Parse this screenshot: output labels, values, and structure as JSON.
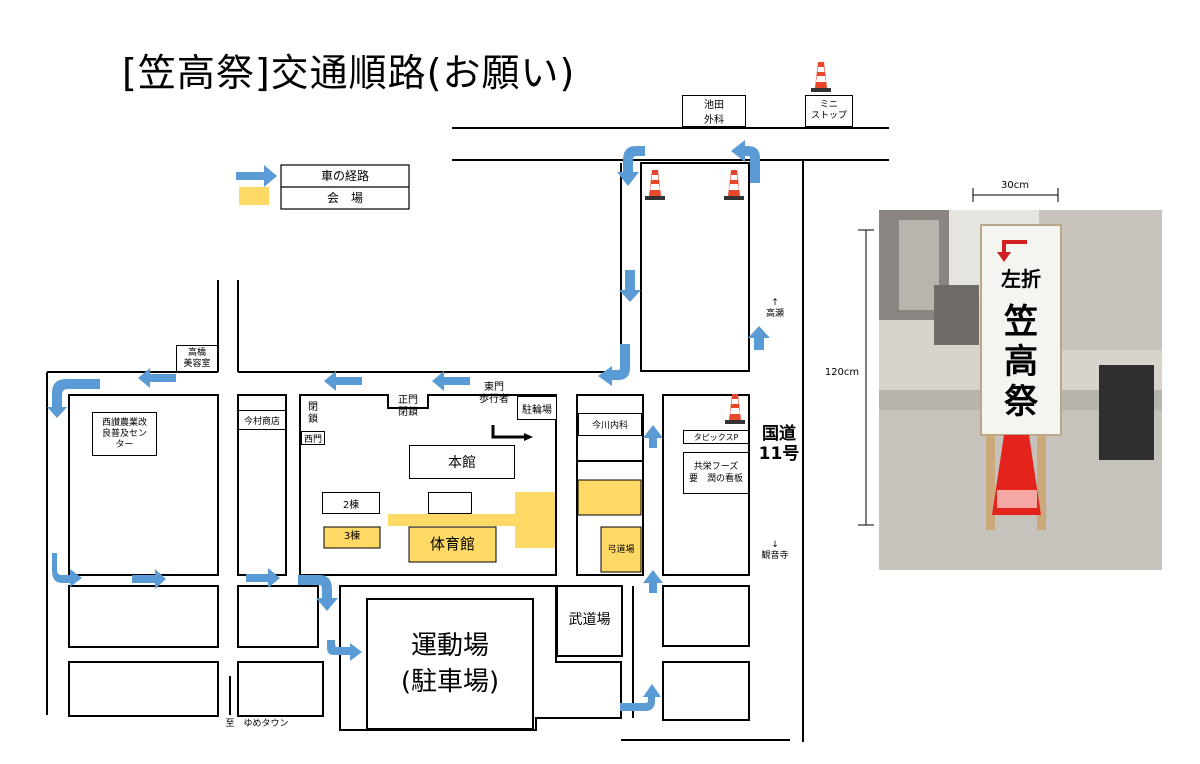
{
  "title": "[笠高祭]交通順路(お願い)",
  "legend": {
    "route_label": "車の経路",
    "venue_label": "会　場"
  },
  "colors": {
    "route_arrow": "#5b9bd5",
    "venue": "#ffd966",
    "cone": "#e8472b",
    "line": "#000000"
  },
  "places": {
    "ikeda": "池田\n外科",
    "mini_stop": "ミニ\nストップ",
    "takahashi": "高橋\n美容室",
    "nishi_sanuki": "西讃農業改\n良普及セン\nター",
    "imamura": "今村商店",
    "heisa": "閉\n鎖",
    "nishimon": "西門",
    "seimon": "正門\n閉鎖",
    "higashimon": "東門\n歩行者",
    "churinjo": "駐輪場",
    "honkan": "本館",
    "ni_to": "2棟",
    "san_to": "3棟",
    "taiikukan": "体育館",
    "imagawa": "今川内科",
    "taiyaku": "タピックスP",
    "kyoei": "共栄フーズ\n要　潤の看板",
    "kyudojo": "弓道場",
    "budojo": "武道場",
    "undojo": "運動場\n(駐車場)",
    "kokudo": "国道\n11号",
    "takase": "↑\n高瀬",
    "kanonji": "↓\n観音寺",
    "yume_town": "至　ゆめタウン"
  },
  "photo": {
    "sign_text_top": "左折",
    "sign_text_main": "笠\n高\n祭",
    "width_label": "30cm",
    "height_label": "120cm"
  }
}
